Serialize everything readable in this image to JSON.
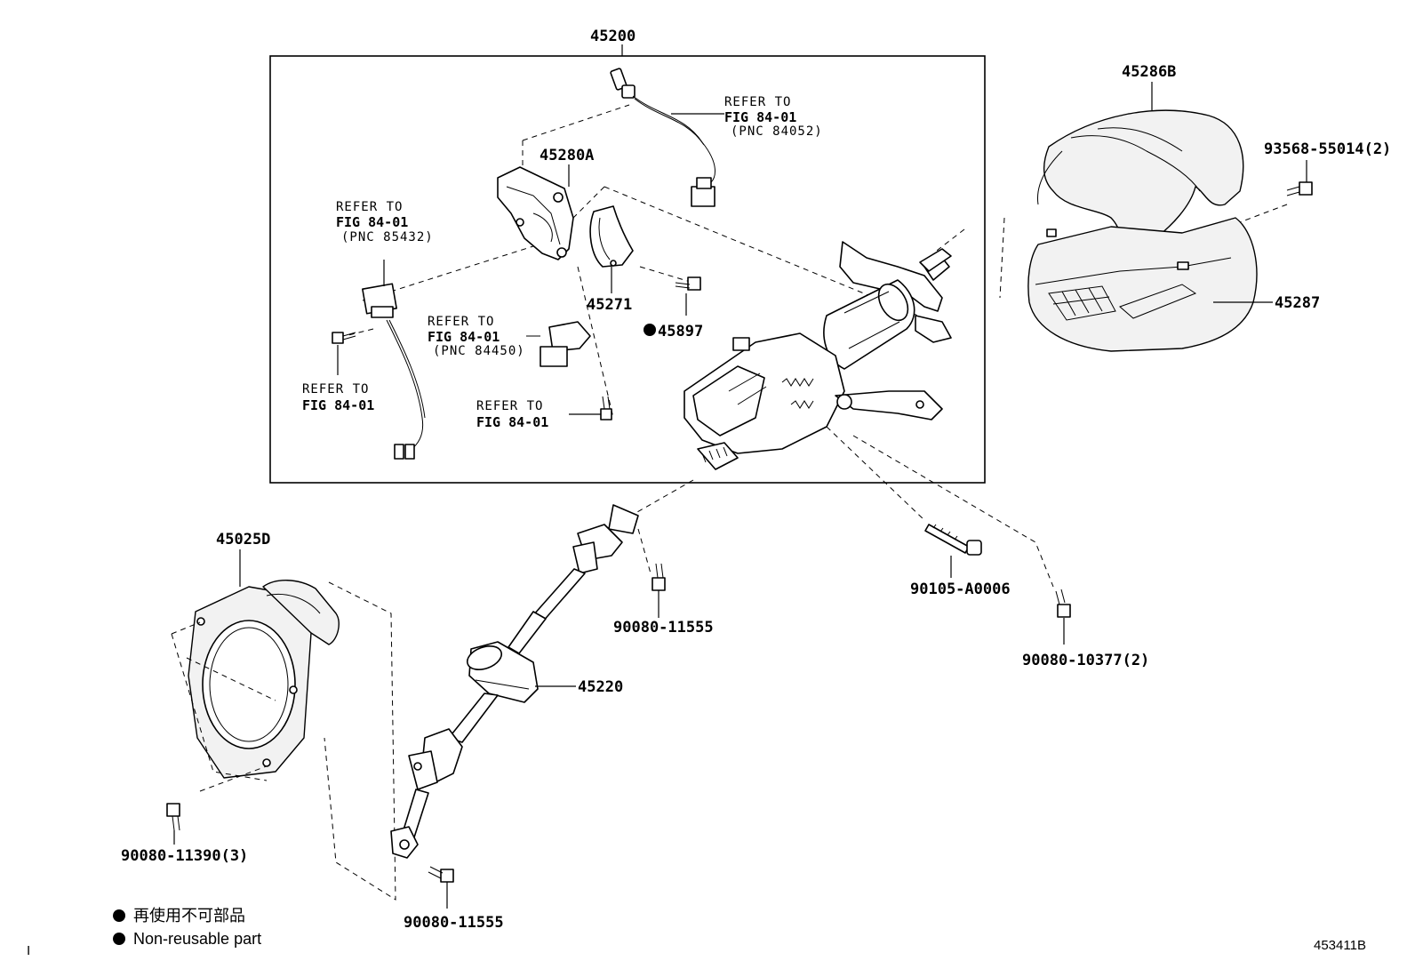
{
  "labels": {
    "p45200": "45200",
    "p45286B": "45286B",
    "p93568": "93568-55014(2)",
    "p45280A": "45280A",
    "p45271": "45271",
    "p45897": "45897",
    "p45287": "45287",
    "p45025D": "45025D",
    "p45220": "45220",
    "p90080_11555_a": "90080-11555",
    "p90105": "90105-A0006",
    "p90080_10377": "90080-10377(2)",
    "p90080_11390": "90080-11390(3)",
    "p90080_11555_b": "90080-11555"
  },
  "refs": {
    "r1": {
      "line1": "REFER TO",
      "line2": "FIG 84-01",
      "line3": "(PNC 84052)"
    },
    "r2": {
      "line1": "REFER TO",
      "line2": "FIG 84-01",
      "line3": "(PNC 85432)"
    },
    "r3": {
      "line1": "REFER TO",
      "line2": "FIG 84-01",
      "line3": "(PNC 84450)"
    },
    "r4": {
      "line1": "REFER TO",
      "line2": "FIG 84-01"
    },
    "r5": {
      "line1": "REFER TO",
      "line2": "FIG 84-01"
    }
  },
  "legend": {
    "jp": "再使用不可部品",
    "en": "Non-reusable part"
  },
  "footer": {
    "code": "453411B",
    "corner": "I"
  }
}
